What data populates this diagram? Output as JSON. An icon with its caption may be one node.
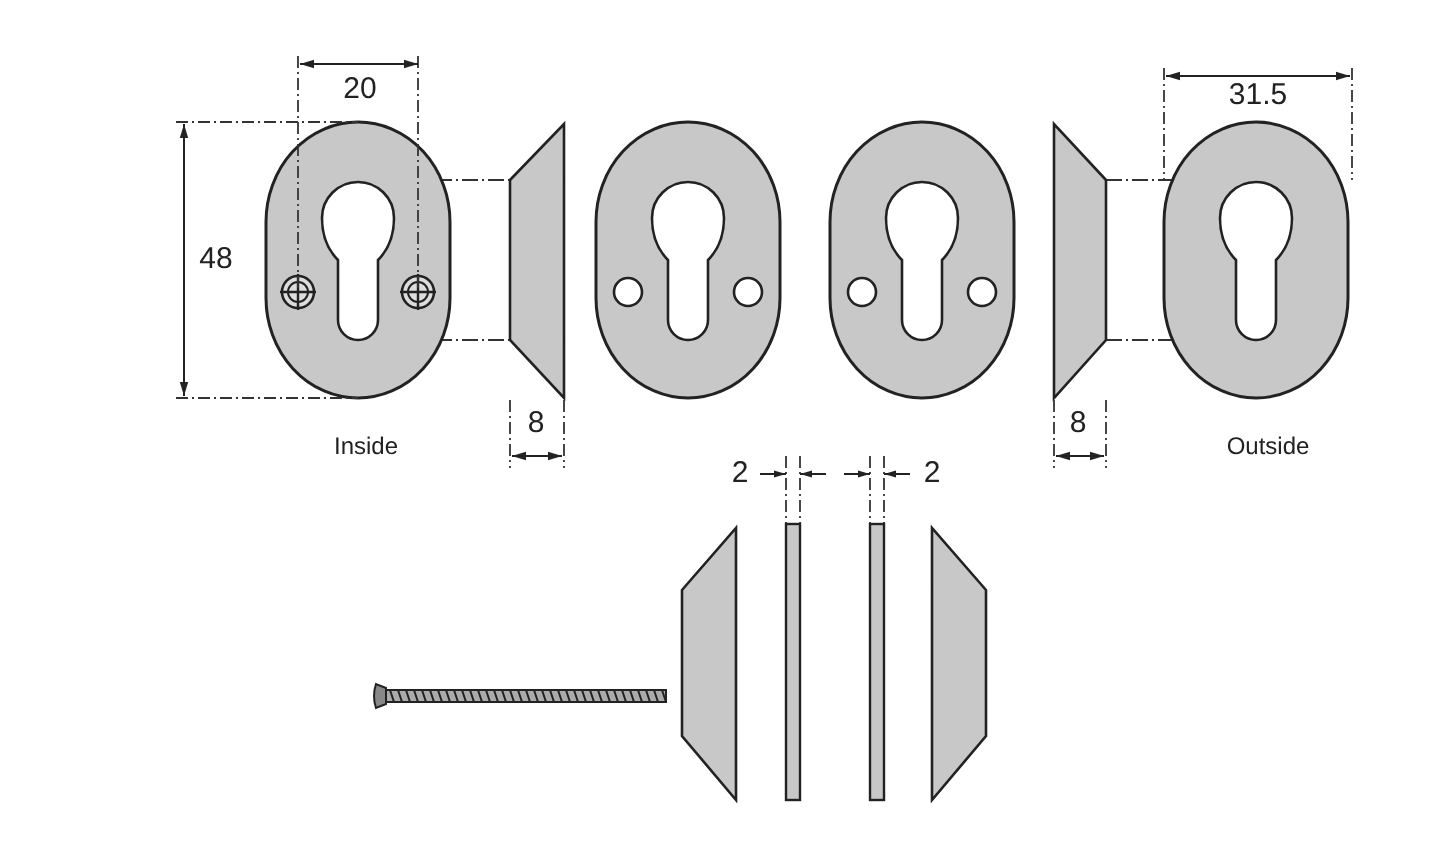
{
  "diagram": {
    "labels": [
      "20",
      "31.5",
      "48",
      "8",
      "8",
      "Inside",
      "Outside",
      "2",
      "2"
    ]
  }
}
